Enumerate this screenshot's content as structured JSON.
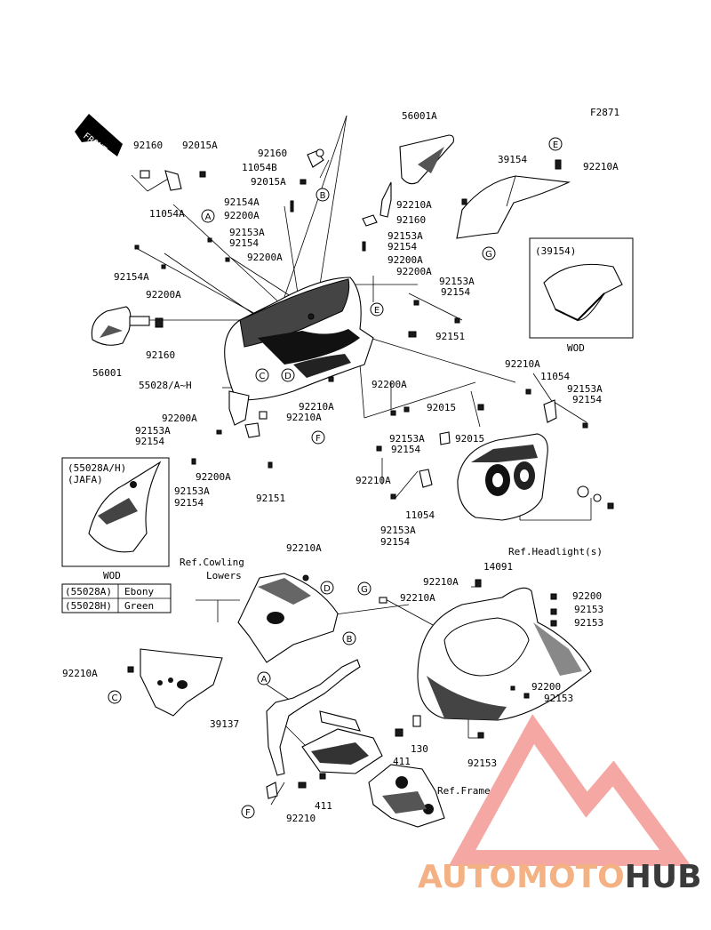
{
  "figure_code": "F2871",
  "front_label": "FRONT",
  "labels": [
    {
      "id": "l1",
      "text": "92160"
    },
    {
      "id": "l2",
      "text": "92015A"
    },
    {
      "id": "l3",
      "text": "11054A"
    },
    {
      "id": "l4",
      "text": "92160"
    },
    {
      "id": "l5",
      "text": "11054B"
    },
    {
      "id": "l6",
      "text": "92015A"
    },
    {
      "id": "l7",
      "text": "56001A"
    },
    {
      "id": "l8",
      "text": "39154"
    },
    {
      "id": "l9",
      "text": "92210A"
    },
    {
      "id": "l10",
      "text": "92154A"
    },
    {
      "id": "l11",
      "text": "92200A"
    },
    {
      "id": "l12",
      "text": "92210A"
    },
    {
      "id": "l13",
      "text": "92160"
    },
    {
      "id": "l14",
      "text": "92153A"
    },
    {
      "id": "l15",
      "text": "92154"
    },
    {
      "id": "l16",
      "text": "92200A"
    },
    {
      "id": "l17",
      "text": "92153A"
    },
    {
      "id": "l18",
      "text": "92154"
    },
    {
      "id": "l19",
      "text": "92200A"
    },
    {
      "id": "l20",
      "text": "92200A"
    },
    {
      "id": "l21",
      "text": "92154A"
    },
    {
      "id": "l22",
      "text": "92200A"
    },
    {
      "id": "l23",
      "text": "92153A"
    },
    {
      "id": "l24",
      "text": "92154"
    },
    {
      "id": "l25",
      "text": "92160"
    },
    {
      "id": "l26",
      "text": "56001"
    },
    {
      "id": "l27",
      "text": "92151"
    },
    {
      "id": "l28",
      "text": "55028/A~H"
    },
    {
      "id": "l29",
      "text": "92210A"
    },
    {
      "id": "l30",
      "text": "92200A"
    },
    {
      "id": "l31",
      "text": "92210A"
    },
    {
      "id": "l32",
      "text": "11054"
    },
    {
      "id": "l33",
      "text": "92153A"
    },
    {
      "id": "l34",
      "text": "92154"
    },
    {
      "id": "l35",
      "text": "92200A"
    },
    {
      "id": "l36",
      "text": "92210A"
    },
    {
      "id": "l37",
      "text": "92015"
    },
    {
      "id": "l38",
      "text": "92153A"
    },
    {
      "id": "l39",
      "text": "92154"
    },
    {
      "id": "l40",
      "text": "92015"
    },
    {
      "id": "l41",
      "text": "92153A"
    },
    {
      "id": "l42",
      "text": "92154"
    },
    {
      "id": "l43",
      "text": "92200A"
    },
    {
      "id": "l44",
      "text": "92153A"
    },
    {
      "id": "l45",
      "text": "92154"
    },
    {
      "id": "l46",
      "text": "92151"
    },
    {
      "id": "l47",
      "text": "92210A"
    },
    {
      "id": "l48",
      "text": "11054"
    },
    {
      "id": "l49",
      "text": "92153A"
    },
    {
      "id": "l50",
      "text": "92154"
    },
    {
      "id": "l51",
      "text": "Ref.Headlight(s)"
    },
    {
      "id": "l52",
      "text": "92210A"
    },
    {
      "id": "l53",
      "text": "Ref.Cowling"
    },
    {
      "id": "l54",
      "text": "Lowers"
    },
    {
      "id": "l55",
      "text": "92210A"
    },
    {
      "id": "l56",
      "text": "14091"
    },
    {
      "id": "l57",
      "text": "92210A"
    },
    {
      "id": "l58",
      "text": "92200"
    },
    {
      "id": "l59",
      "text": "92153"
    },
    {
      "id": "l60",
      "text": "92153"
    },
    {
      "id": "l61",
      "text": "92210A"
    },
    {
      "id": "l62",
      "text": "92200"
    },
    {
      "id": "l63",
      "text": "92153"
    },
    {
      "id": "l64",
      "text": "39137"
    },
    {
      "id": "l65",
      "text": "130"
    },
    {
      "id": "l66",
      "text": "411"
    },
    {
      "id": "l67",
      "text": "92153"
    },
    {
      "id": "l68",
      "text": "Ref.Frame"
    },
    {
      "id": "l69",
      "text": "411"
    },
    {
      "id": "l70",
      "text": "92210"
    }
  ],
  "markers": [
    {
      "id": "mA1",
      "text": "A"
    },
    {
      "id": "mB1",
      "text": "B"
    },
    {
      "id": "mC1",
      "text": "C"
    },
    {
      "id": "mD1",
      "text": "D"
    },
    {
      "id": "mE1",
      "text": "E"
    },
    {
      "id": "mE2",
      "text": "E"
    },
    {
      "id": "mF1",
      "text": "F"
    },
    {
      "id": "mG1",
      "text": "G"
    },
    {
      "id": "mG2",
      "text": "G"
    },
    {
      "id": "mD2",
      "text": "D"
    },
    {
      "id": "mB2",
      "text": "B"
    },
    {
      "id": "mA2",
      "text": "A"
    },
    {
      "id": "mC2",
      "text": "C"
    },
    {
      "id": "mF2",
      "text": "F"
    }
  ],
  "inset_windshield": {
    "code": "(39154)",
    "region": "WOD"
  },
  "inset_cowl": {
    "line1": "(55028A/H)",
    "line2": "(JAFA)",
    "region": "WOD"
  },
  "color_table": [
    {
      "code": "(55028A)",
      "color": "Ebony"
    },
    {
      "code": "(55028H)",
      "color": "Green"
    }
  ],
  "watermark": {
    "part1": "AUTOMOTO",
    "part2": "HUB",
    "color1": "#f4b183",
    "color2": "#3a3a3a",
    "logo_color": "#f08a84"
  }
}
